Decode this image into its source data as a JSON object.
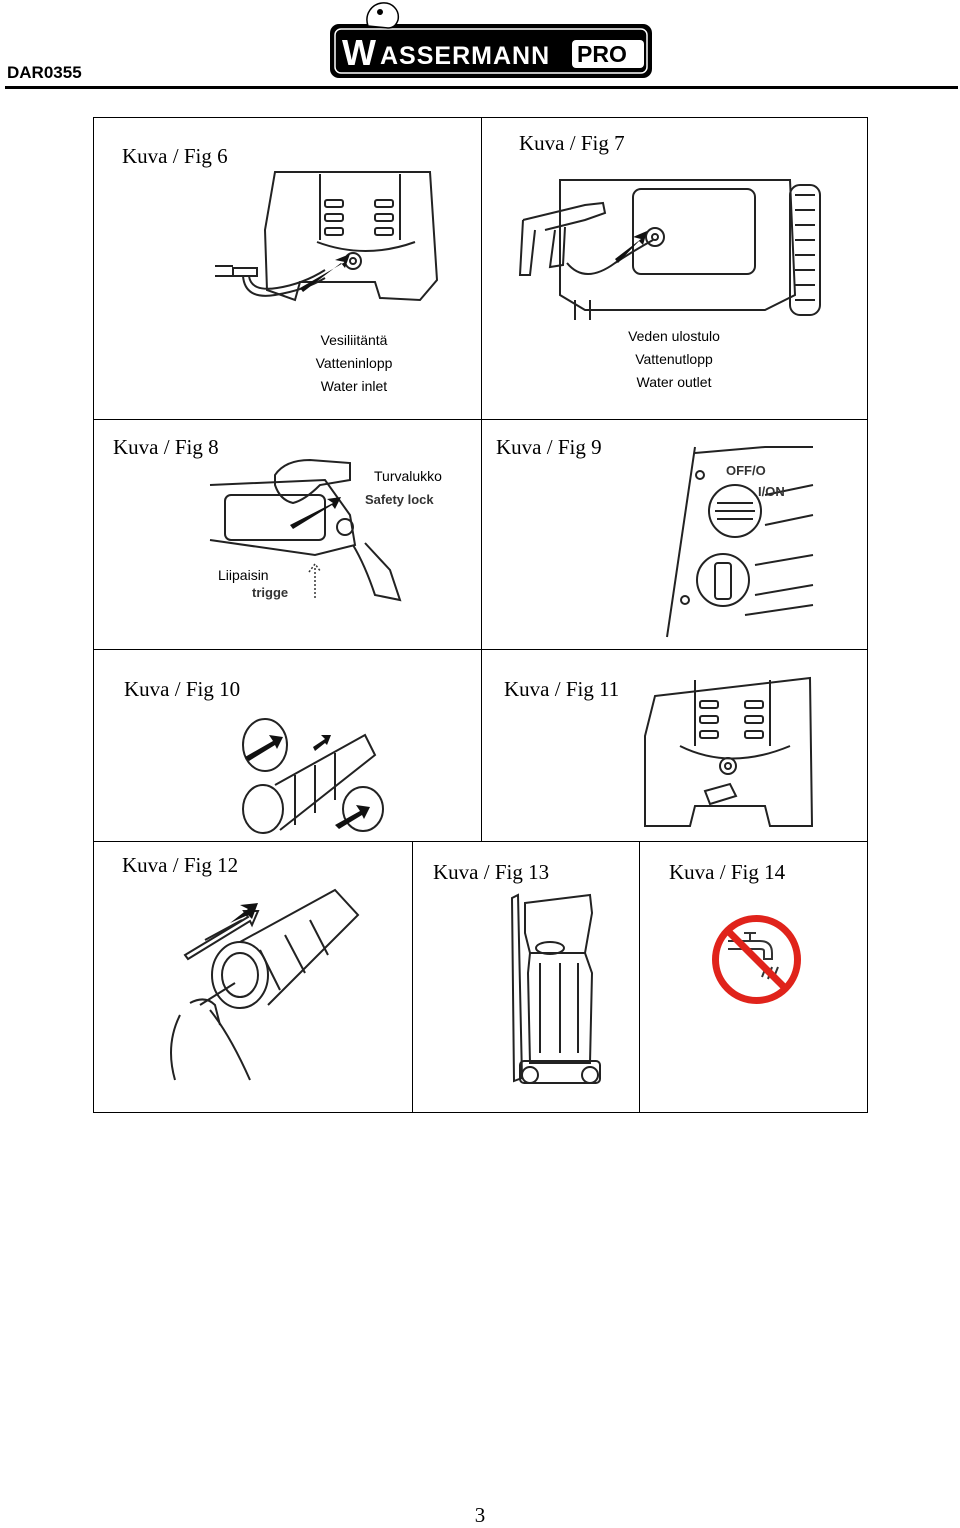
{
  "header": {
    "doc_code": "DAR0355",
    "logo_text": "WASSERMANN PRO"
  },
  "figures": {
    "fig6": {
      "title": "Kuva / Fig 6",
      "caption": [
        "Vesiliitäntä",
        "Vatteninlopp",
        "Water inlet"
      ]
    },
    "fig7": {
      "title": "Kuva / Fig 7",
      "caption": [
        "Veden ulostulo",
        "Vattenutlopp",
        "Water outlet"
      ]
    },
    "fig8": {
      "title": "Kuva / Fig 8",
      "label_safety_fi": "Turvalukko",
      "label_safety_en": "Safety lock",
      "label_trigger_fi": "Liipaisin",
      "label_trigger_en": "trigge"
    },
    "fig9": {
      "title": "Kuva / Fig 9",
      "label_off": "OFF/O",
      "label_on": "I/ON"
    },
    "fig10": {
      "title": "Kuva / Fig 10"
    },
    "fig11": {
      "title": "Kuva / Fig 11"
    },
    "fig12": {
      "title": "Kuva / Fig 12"
    },
    "fig13": {
      "title": "Kuva / Fig 13"
    },
    "fig14": {
      "title": "Kuva / Fig 14"
    }
  },
  "footer": {
    "page_number": "3"
  },
  "icons": {
    "fig14": "no-water-tap-icon",
    "prohibition_color": "#e0231b"
  }
}
